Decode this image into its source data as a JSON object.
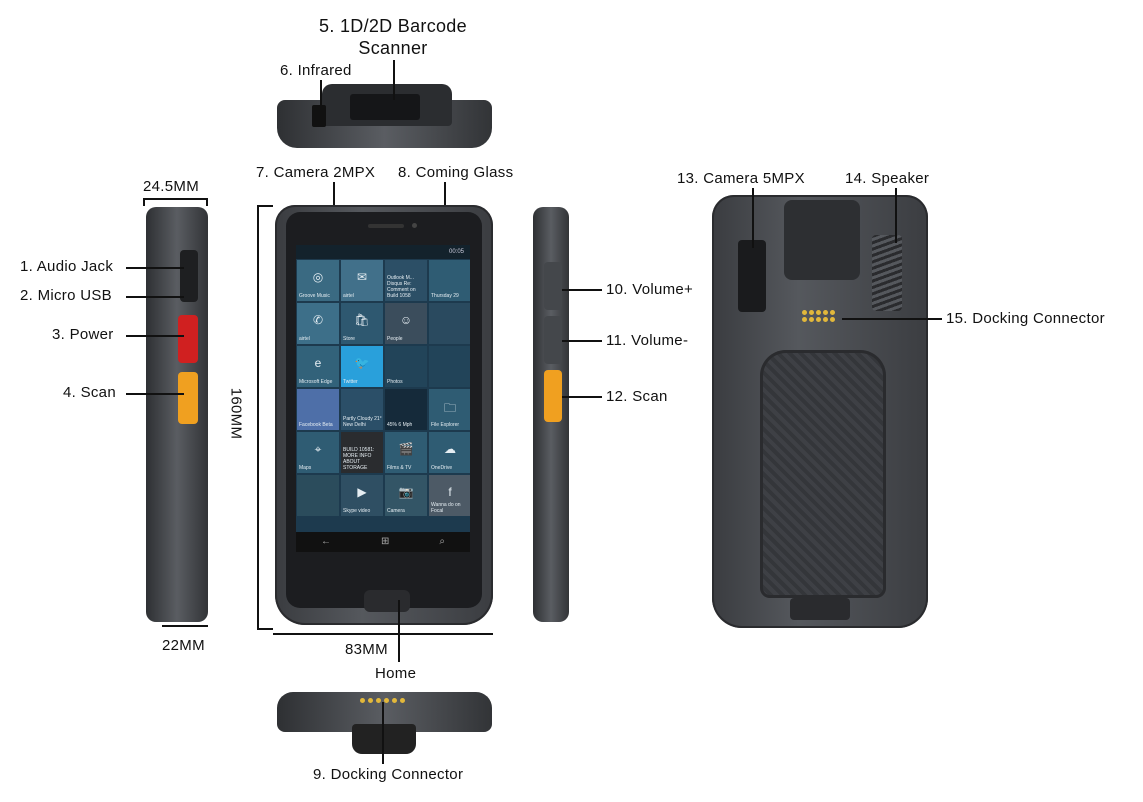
{
  "labels": {
    "barcode_line1": "5. 1D/2D Barcode",
    "barcode_line2": "Scanner",
    "infrared": "6. Infrared",
    "width_top": "24.5MM",
    "camera_front": "7. Camera 2MPX",
    "glass": "8. Coming Glass",
    "camera_back": "13. Camera 5MPX",
    "speaker": "14. Speaker",
    "audio_jack": "1. Audio Jack",
    "micro_usb": "2. Micro USB",
    "power": "3. Power",
    "scan_left": "4. Scan",
    "volume_up": "10. Volume+",
    "volume_down": "11. Volume-",
    "scan_right": "12. Scan",
    "docking_back": "15. Docking Connector",
    "height": "160MM",
    "width": "83MM",
    "home": "Home",
    "width_bottom": "22MM",
    "docking_bottom": "9. Docking Connector"
  },
  "screen": {
    "status_time": "00:05",
    "tiles": [
      {
        "label": "Groove Music",
        "icon": "◎"
      },
      {
        "label": "airtel",
        "icon": "✉"
      },
      {
        "label": "Outlook M... Disqus Re: Comment on Build 1058",
        "icon": ""
      },
      {
        "label": "Thursday 29",
        "icon": ""
      },
      {
        "label": "airtel",
        "icon": "✆"
      },
      {
        "label": "Store",
        "icon": "🛍"
      },
      {
        "label": "People",
        "icon": "☺"
      },
      {
        "label": "",
        "icon": ""
      },
      {
        "label": "Microsoft Edge",
        "icon": "e"
      },
      {
        "label": "Twitter",
        "icon": "🐦"
      },
      {
        "label": "Photos",
        "icon": ""
      },
      {
        "label": "",
        "icon": ""
      },
      {
        "label": "Facebook Beta",
        "icon": ""
      },
      {
        "label": "Partly Cloudy 21° New Delhi",
        "icon": ""
      },
      {
        "label": "45% 6 Mph",
        "icon": ""
      },
      {
        "label": "File Explorer",
        "icon": "🗀"
      },
      {
        "label": "Maps",
        "icon": "⌖"
      },
      {
        "label": "BUILD 10581: MORE INFO ABOUT STORAGE",
        "icon": ""
      },
      {
        "label": "Films & TV",
        "icon": "🎬"
      },
      {
        "label": "OneDrive",
        "icon": "☁"
      },
      {
        "label": "",
        "icon": ""
      },
      {
        "label": "Skype video",
        "icon": "▶"
      },
      {
        "label": "Camera",
        "icon": "📷"
      },
      {
        "label": "Wanna do on Focal",
        "icon": "f"
      }
    ]
  },
  "colors": {
    "scan_button": "#f0a020",
    "power_button": "#d02020",
    "dock_pins": "#e2b83b"
  }
}
